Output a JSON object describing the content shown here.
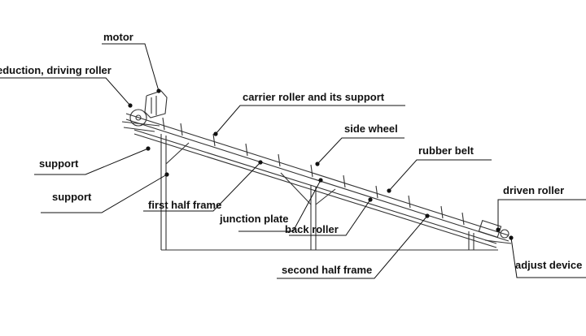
{
  "diagram": {
    "labels": {
      "motor": "motor",
      "reduction_driving_roller": "eduction, driving roller",
      "support_upper": "support",
      "support_lower": "support",
      "carrier_roller": "carrier roller and its support",
      "side_wheel": "side wheel",
      "rubber_belt": "rubber belt",
      "first_half_frame": "first half frame",
      "junction_plate": "junction plate",
      "back_roller": "back roller",
      "driven_roller": "driven roller",
      "second_half_frame": "second half frame",
      "adjust_device": "adjust device"
    },
    "colors": {
      "line": "#333333",
      "leader": "#111111",
      "text": "#111111"
    }
  }
}
